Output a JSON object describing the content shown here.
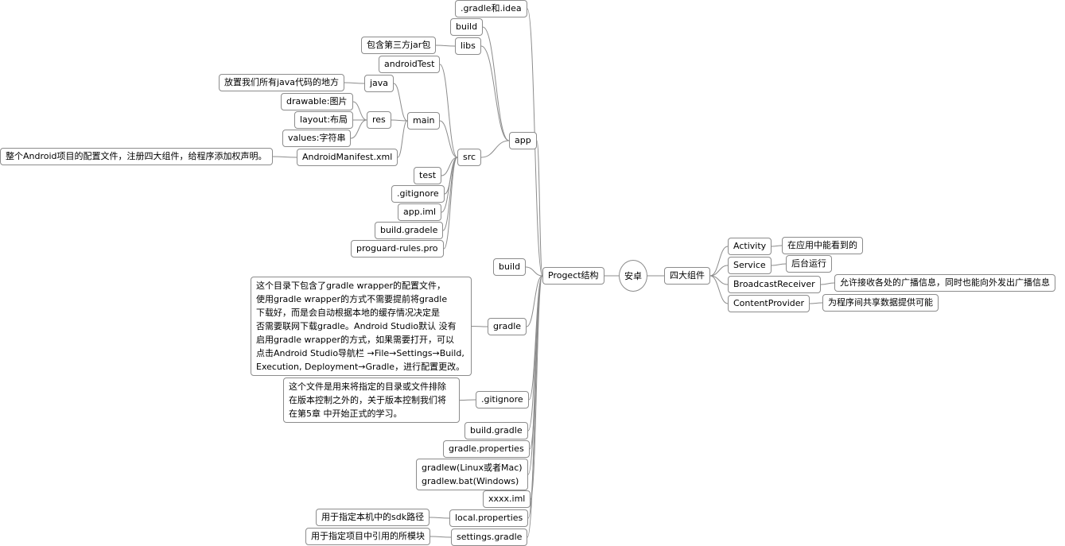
{
  "center": "安卓",
  "project": {
    "label": "Progect结构",
    "app": {
      "label": "app",
      "build": "build",
      "libs": {
        "label": "libs",
        "note": "包含第三方jar包"
      },
      "src": {
        "label": "src",
        "androidTest": "androidTest",
        "main": {
          "label": "main",
          "java": {
            "label": "java",
            "note": "放置我们所有java代码的地方"
          },
          "res": {
            "label": "res",
            "drawable": "drawable:图片",
            "layout": "layout:布局",
            "values": "values:字符串"
          },
          "manifest": {
            "label": "AndroidManifest.xml",
            "note": "整个Android项目的配置文件，注册四大组件，给程序添加权声明。"
          }
        },
        "test": "test",
        "gitignore": ".gitignore",
        "appiml": "app.iml",
        "buildgradle": "build.gradele",
        "proguard": "proguard-rules.pro"
      }
    },
    "gradle_idea": ".gradle和.idea",
    "build": "build",
    "gradle": {
      "label": "gradle",
      "note_lines": [
        "这个目录下包含了gradle wrapper的配置文件，",
        "使用gradle wrapper的方式不需要提前将gradle",
        "下载好，而是会自动根据本地的缓存情况决定是",
        "否需要联网下载gradle。Android Studio默认 没有",
        "启用gradle wrapper的方式，如果需要打开，可以",
        "点击Android Studio导航栏 →File→Settings→Build,",
        "Execution, Deployment→Gradle，进行配置更改。"
      ]
    },
    "gitignore": {
      "label": ".gitignore",
      "note_lines": [
        "这个文件是用来将指定的目录或文件排除",
        "在版本控制之外的，关于版本控制我们将",
        "在第5章 中开始正式的学习。"
      ]
    },
    "buildgradle": "build.gradle",
    "gradleprops": "gradle.properties",
    "gradlew": [
      "gradlew(Linux或者Mac)",
      "gradlew.bat(Windows)"
    ],
    "xxxx": "xxxx.iml",
    "localprops": {
      "label": "local.properties",
      "note": "用于指定本机中的sdk路径"
    },
    "settings": {
      "label": "settings.gradle",
      "note": "用于指定项目中引用的所模块"
    }
  },
  "components": {
    "label": "四大组件",
    "activity": {
      "label": "Activity",
      "note": "在应用中能看到的"
    },
    "service": {
      "label": "Service",
      "note": "后台运行"
    },
    "broadcast": {
      "label": "BroadcastReceiver",
      "note": "允许接收各处的广播信息，同时也能向外发出广播信息"
    },
    "provider": {
      "label": "ContentProvider",
      "note": "为程序间共享数据提供可能"
    }
  }
}
